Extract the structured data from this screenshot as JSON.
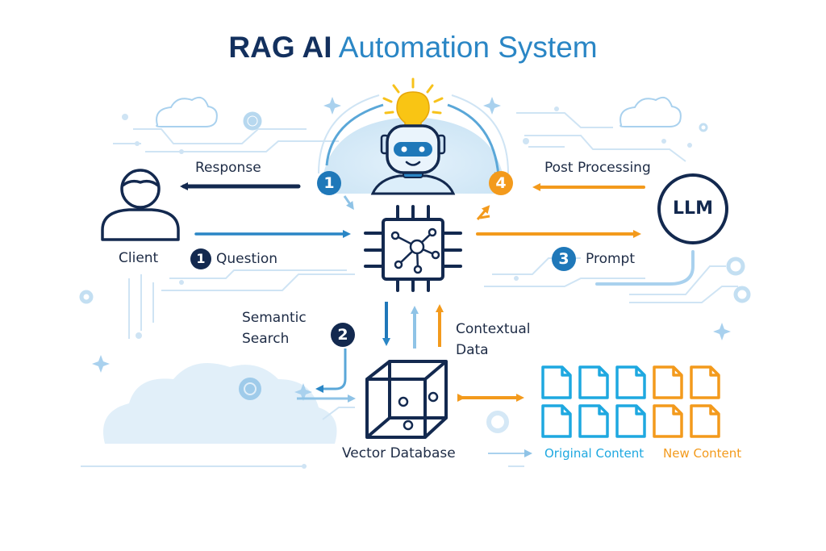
{
  "title": {
    "part1": "RAG AI",
    "part2": "Automation System"
  },
  "colors": {
    "navy": "#13294f",
    "blue": "#1f78b9",
    "light_blue": "#8fc3e6",
    "orange": "#f39a1c",
    "yellow": "#f7c21b",
    "doc_blue": "#1ea8e0",
    "doc_orange": "#f39a1c"
  },
  "nodes": {
    "client": {
      "label": "Client",
      "icon": "user-icon"
    },
    "ai": {
      "icon": "robot-with-lightbulb-icon"
    },
    "processor": {
      "icon": "chip-network-icon"
    },
    "llm": {
      "label": "LLM"
    },
    "vector_db": {
      "label": "Vector Database",
      "icon": "cube-icon"
    }
  },
  "flows": {
    "response": {
      "label": "Response",
      "badge": "1"
    },
    "question": {
      "label": "Question",
      "badge": "1"
    },
    "semantic_search": {
      "label_line1": "Semantic",
      "label_line2": "Search",
      "badge": "2"
    },
    "contextual_data": {
      "label_line1": "Contextual",
      "label_line2": "Data"
    },
    "prompt": {
      "label": "Prompt",
      "badge": "3"
    },
    "post_processing": {
      "label": "Post Processing",
      "badge": "4"
    }
  },
  "content": {
    "original": {
      "label": "Original Content",
      "count": 6
    },
    "new": {
      "label": "New Content",
      "count": 4
    }
  }
}
